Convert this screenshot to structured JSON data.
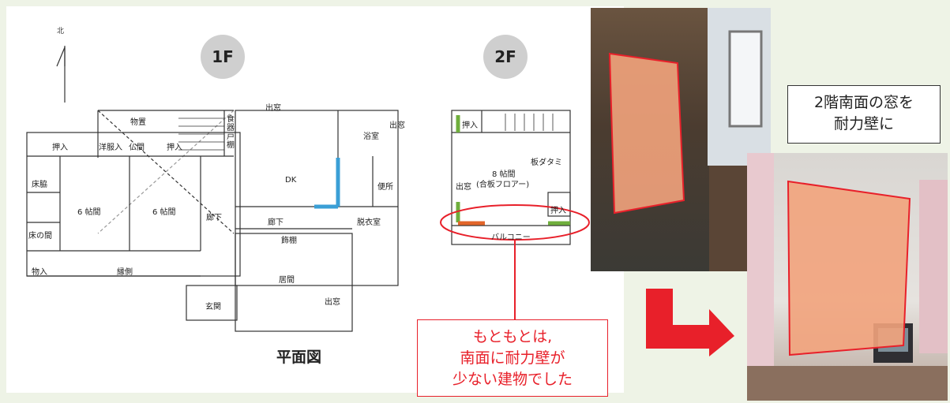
{
  "floor_1_badge": "1F",
  "floor_2_badge": "2F",
  "north_mark": "北",
  "plan_title": "平面図",
  "rooms_1f": {
    "monooki": "物置",
    "oshiire_left": "押入",
    "yofukuire": "洋服入",
    "butsuma": "仏間",
    "oshiire_mid": "押入",
    "shokkidana": "食器戸棚",
    "demado_top": "出窓",
    "dk": "DK",
    "yokushitsu": "浴室",
    "demado_bath": "出窓",
    "tokowaki": "床脇",
    "tokonoma": "床の間",
    "rokujo_left": "6 帖間",
    "rokujo_right": "6 帖間",
    "roka_mid": "廊下",
    "roka_bottom": "廊下",
    "benjo": "便所",
    "datsuishitsu": "脱衣室",
    "kazaridana": "飾棚",
    "monoire": "物入",
    "engawa": "縁側",
    "ima": "居間",
    "genkan": "玄関",
    "demado_ima": "出窓"
  },
  "rooms_2f": {
    "oshiire_top": "押入",
    "itadatami": "板ダタミ",
    "hachijo": "8 帖間",
    "hachijo_note": "(合板フロアー)",
    "demado": "出窓",
    "oshiire_right": "押入",
    "balcony": "バルコニー"
  },
  "callout_red": {
    "line1": "もともとは,",
    "line2": "南面に耐力壁が",
    "line3": "少ない建物でした"
  },
  "callout_black": {
    "line1": "2階南面の窓を",
    "line2": "耐力壁に"
  },
  "colors": {
    "accent_red": "#e8202a",
    "wall_blue": "#3a9fd6",
    "wall_green": "#6fae3c",
    "wall_orange": "#e2652a",
    "panel_overlay": "#f2a37c"
  }
}
